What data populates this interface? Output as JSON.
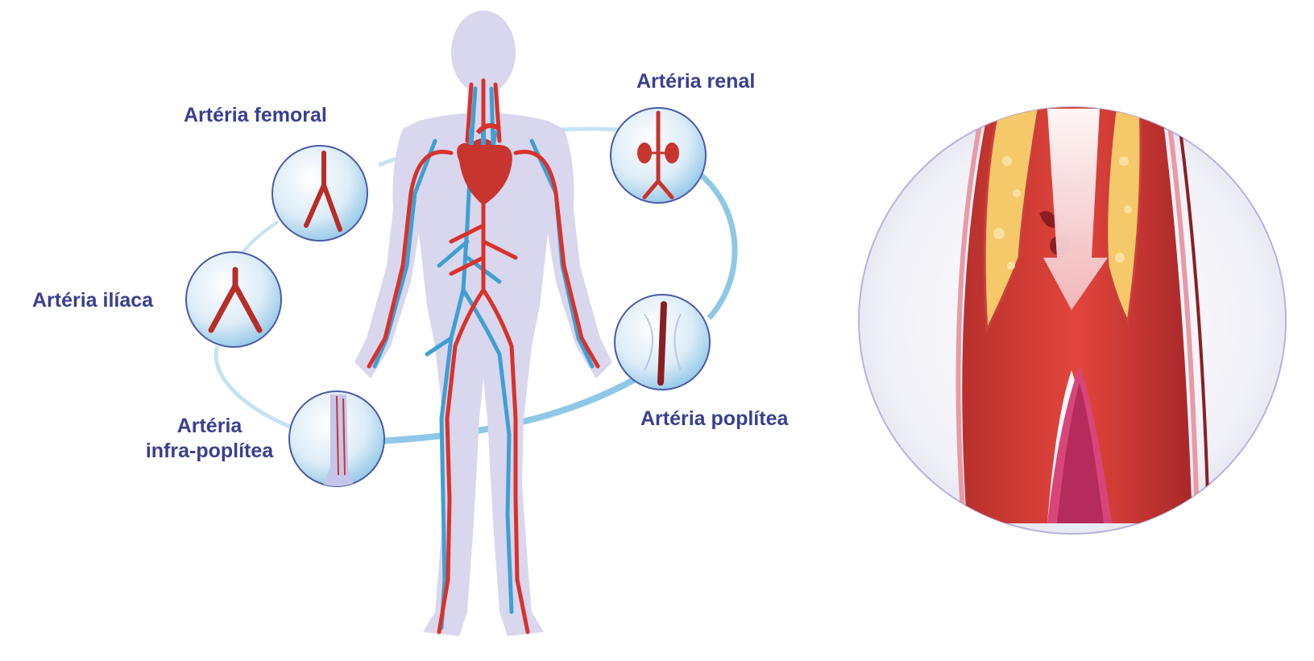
{
  "labels": {
    "femoral": "Artéria femoral",
    "renal": "Artéria renal",
    "iliaca": "Artéria ilíaca",
    "infra_line1": "Artéria",
    "infra_line2": "infra-poplítea",
    "poplitea": "Artéria poplítea"
  },
  "colors": {
    "label_text": "#3a3f8f",
    "artery": "#d9322b",
    "vein": "#3f9fd4",
    "body": "#d8d7ee",
    "ring": "#9fd0e8",
    "plaque": "#f5c96a",
    "vessel_wall": "#c9413c"
  }
}
